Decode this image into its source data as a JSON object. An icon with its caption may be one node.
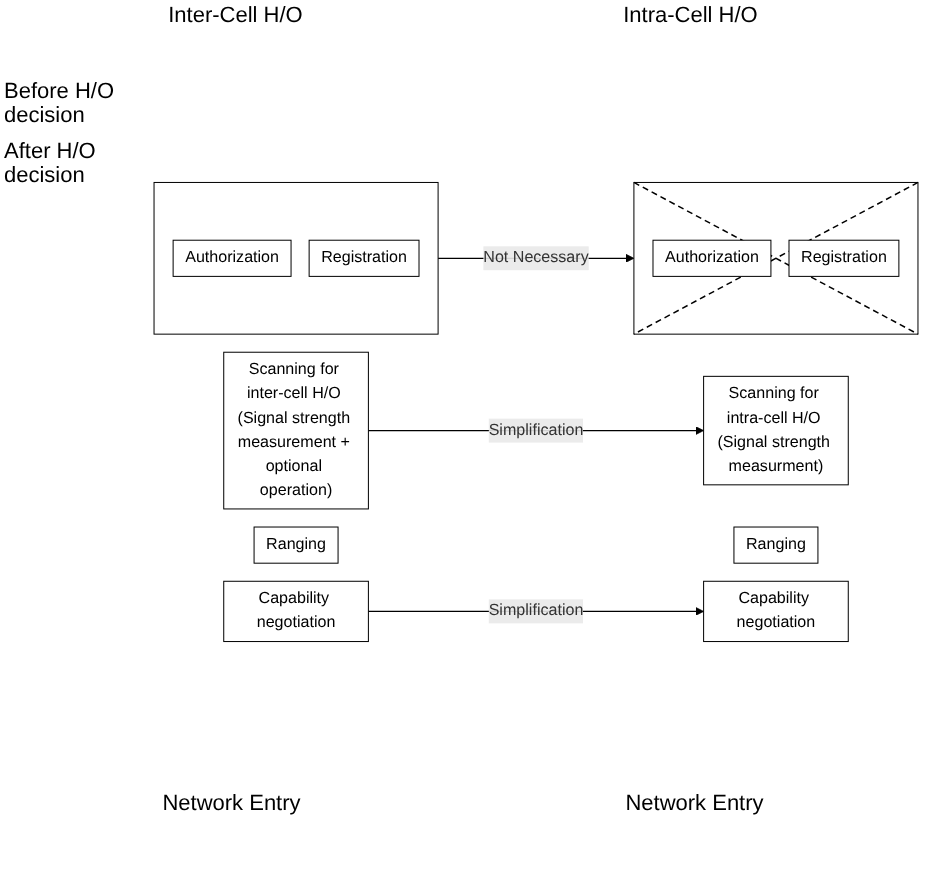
{
  "diagram": {
    "nodes": [
      {
        "text": [
          "Scanning for inter-cell H/O (Signal strength measurement + optional operation)"
        ]
      },
      {
        "text": [
          "Scanning for intra-cell H/O (Signal strength measurment)"
        ]
      },
      {
        "text": [
          "Ranging"
        ]
      },
      {
        "text": [
          "Ranging"
        ]
      },
      {
        "text": [
          "Capability negotiation"
        ]
      },
      {
        "text": [
          "Capability negotiation"
        ]
      },
      {
        "text": [],
        "shape": "box"
      },
      {
        "text": [
          "Authorization"
        ],
        "in": 6
      },
      {
        "text": [
          "Registration"
        ],
        "in": 6
      },
      {
        "text": [],
        "shape": "box"
      },
      {
        "text": [
          "Authorization"
        ],
        "in": 9
      },
      {
        "text": [
          "Registration"
        ],
        "in": 9
      }
    ],
    "edges": [
      {
        "from": 0,
        "to": 1,
        "arrow": "to",
        "label": "Simplification"
      },
      {
        "from": 4,
        "to": 5,
        "arrow": "to",
        "label": "Simplification"
      },
      {
        "from": 6,
        "to": 9,
        "arrow": "to",
        "label": "Not Necessary"
      }
    ],
    "labels": [
      "Inter-Cell H/O",
      "Intra-Cell H/O",
      "Before H/O decision",
      "After H/O decision",
      "Network Entry",
      "Network Entry"
    ]
  }
}
